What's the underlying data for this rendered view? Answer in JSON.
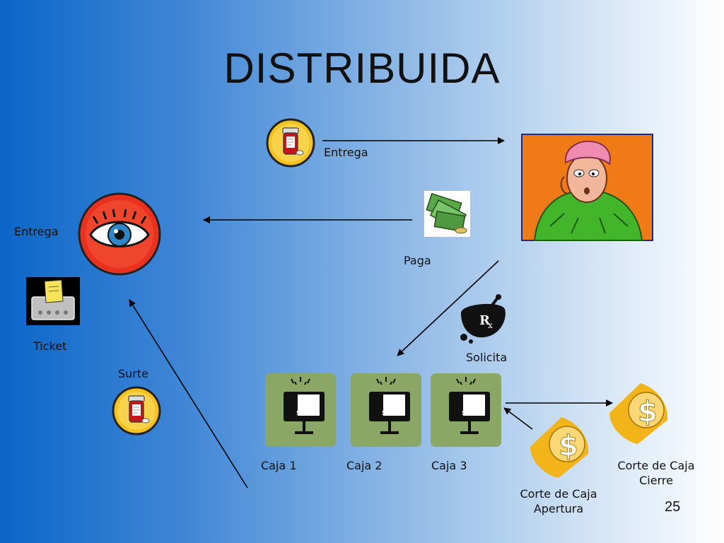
{
  "slide": {
    "title": "DISTRIBUIDA",
    "page_number": "25"
  },
  "labels": {
    "entrega_top": "Entrega",
    "entrega_left": "Entrega",
    "paga": "Paga",
    "ticket": "Ticket",
    "surte": "Surte",
    "solicita": "Solicita",
    "caja1": "Caja 1",
    "caja2": "Caja 2",
    "caja3": "Caja 3",
    "corte_apertura_1": "Corte de Caja",
    "corte_apertura_2": "Apertura",
    "corte_cierre_1": "Corte de Caja",
    "corte_cierre_2": "Cierre"
  },
  "terminals": [
    {
      "screen_text": "SAV"
    },
    {
      "screen_text": "SAV"
    },
    {
      "screen_text": "SAV"
    }
  ],
  "icons": {
    "pill_bottle": "pill-bottle-icon",
    "eye": "eye-icon",
    "money": "money-icon",
    "ticket": "ticket-printer-icon",
    "rx": "rx-mortar-icon",
    "dollar": "dollar-badge-icon",
    "patient": "sick-patient-icon"
  },
  "colors": {
    "terminal_bg": "#8aa765",
    "dollar_badge": "#f2b418",
    "patient_bg": "#f07a16",
    "eye_red": "#e8311e",
    "pill_red": "#c4161c"
  }
}
